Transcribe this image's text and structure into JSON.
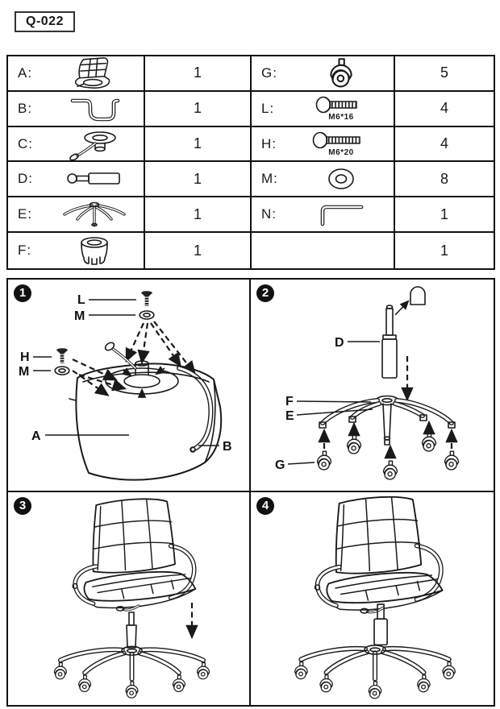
{
  "model_label": "Q-022",
  "parts": {
    "left": [
      {
        "id": "A:",
        "qty": "1"
      },
      {
        "id": "B:",
        "qty": "1"
      },
      {
        "id": "C:",
        "qty": "1"
      },
      {
        "id": "D:",
        "qty": "1"
      },
      {
        "id": "E:",
        "qty": "1"
      },
      {
        "id": "F:",
        "qty": "1"
      }
    ],
    "right": [
      {
        "id": "G:",
        "qty": "5"
      },
      {
        "id": "L:",
        "qty": "4",
        "spec": "M6*16"
      },
      {
        "id": "H:",
        "qty": "4",
        "spec": "M6*20"
      },
      {
        "id": "M:",
        "qty": "8"
      },
      {
        "id": "N:",
        "qty": "1"
      },
      {
        "id": "",
        "qty": "1"
      }
    ]
  },
  "steps": {
    "s1": {
      "num": "1",
      "l": "L",
      "m1": "M",
      "h": "H",
      "m2": "M",
      "a": "A",
      "b": "B"
    },
    "s2": {
      "num": "2",
      "d": "D",
      "f": "F",
      "e": "E",
      "g": "G"
    },
    "s3": {
      "num": "3"
    },
    "s4": {
      "num": "4"
    }
  }
}
